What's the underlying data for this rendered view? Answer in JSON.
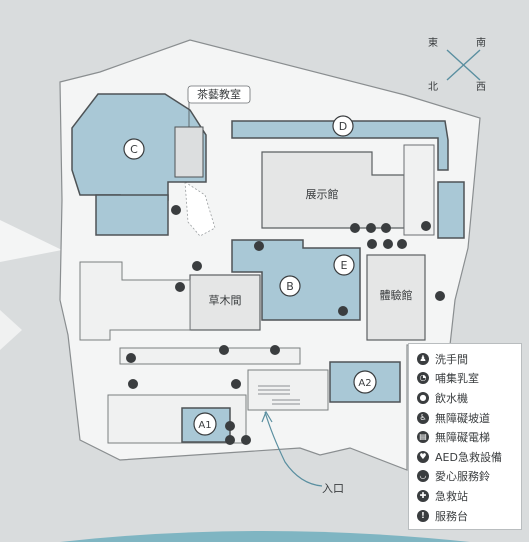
{
  "compass": {
    "east": "東",
    "south": "南",
    "north": "北",
    "west": "西"
  },
  "areas": {
    "A1": "A1",
    "A2": "A2",
    "B": "B",
    "C": "C",
    "D": "D",
    "E": "E"
  },
  "rooms": {
    "tea_room": "茶藝教室",
    "exhibition_hall": "展示館",
    "herb_room": "草木間",
    "experience_hall": "體驗館"
  },
  "entrance": "入口",
  "legend": [
    {
      "icon": "restroom-icon",
      "label": "洗手間"
    },
    {
      "icon": "nursing-room-icon",
      "label": "哺集乳室"
    },
    {
      "icon": "drinking-fountain-icon",
      "label": "飲水機"
    },
    {
      "icon": "accessible-ramp-icon",
      "label": "無障礙坡道"
    },
    {
      "icon": "accessible-elevator-icon",
      "label": "無障礙電梯"
    },
    {
      "icon": "aed-icon",
      "label": "AED急救設備"
    },
    {
      "icon": "help-bell-icon",
      "label": "愛心服務鈴"
    },
    {
      "icon": "first-aid-icon",
      "label": "急救站"
    },
    {
      "icon": "service-desk-icon",
      "label": "服務台"
    }
  ],
  "colors": {
    "background": "#d9dcdd",
    "site": "#f4f5f5",
    "building": "#e9eaea",
    "highlight_area": "#a9c8d6",
    "outline": "#6b6f72",
    "dark": "#3a3d3f",
    "teal_band": "#7fb5c2"
  }
}
